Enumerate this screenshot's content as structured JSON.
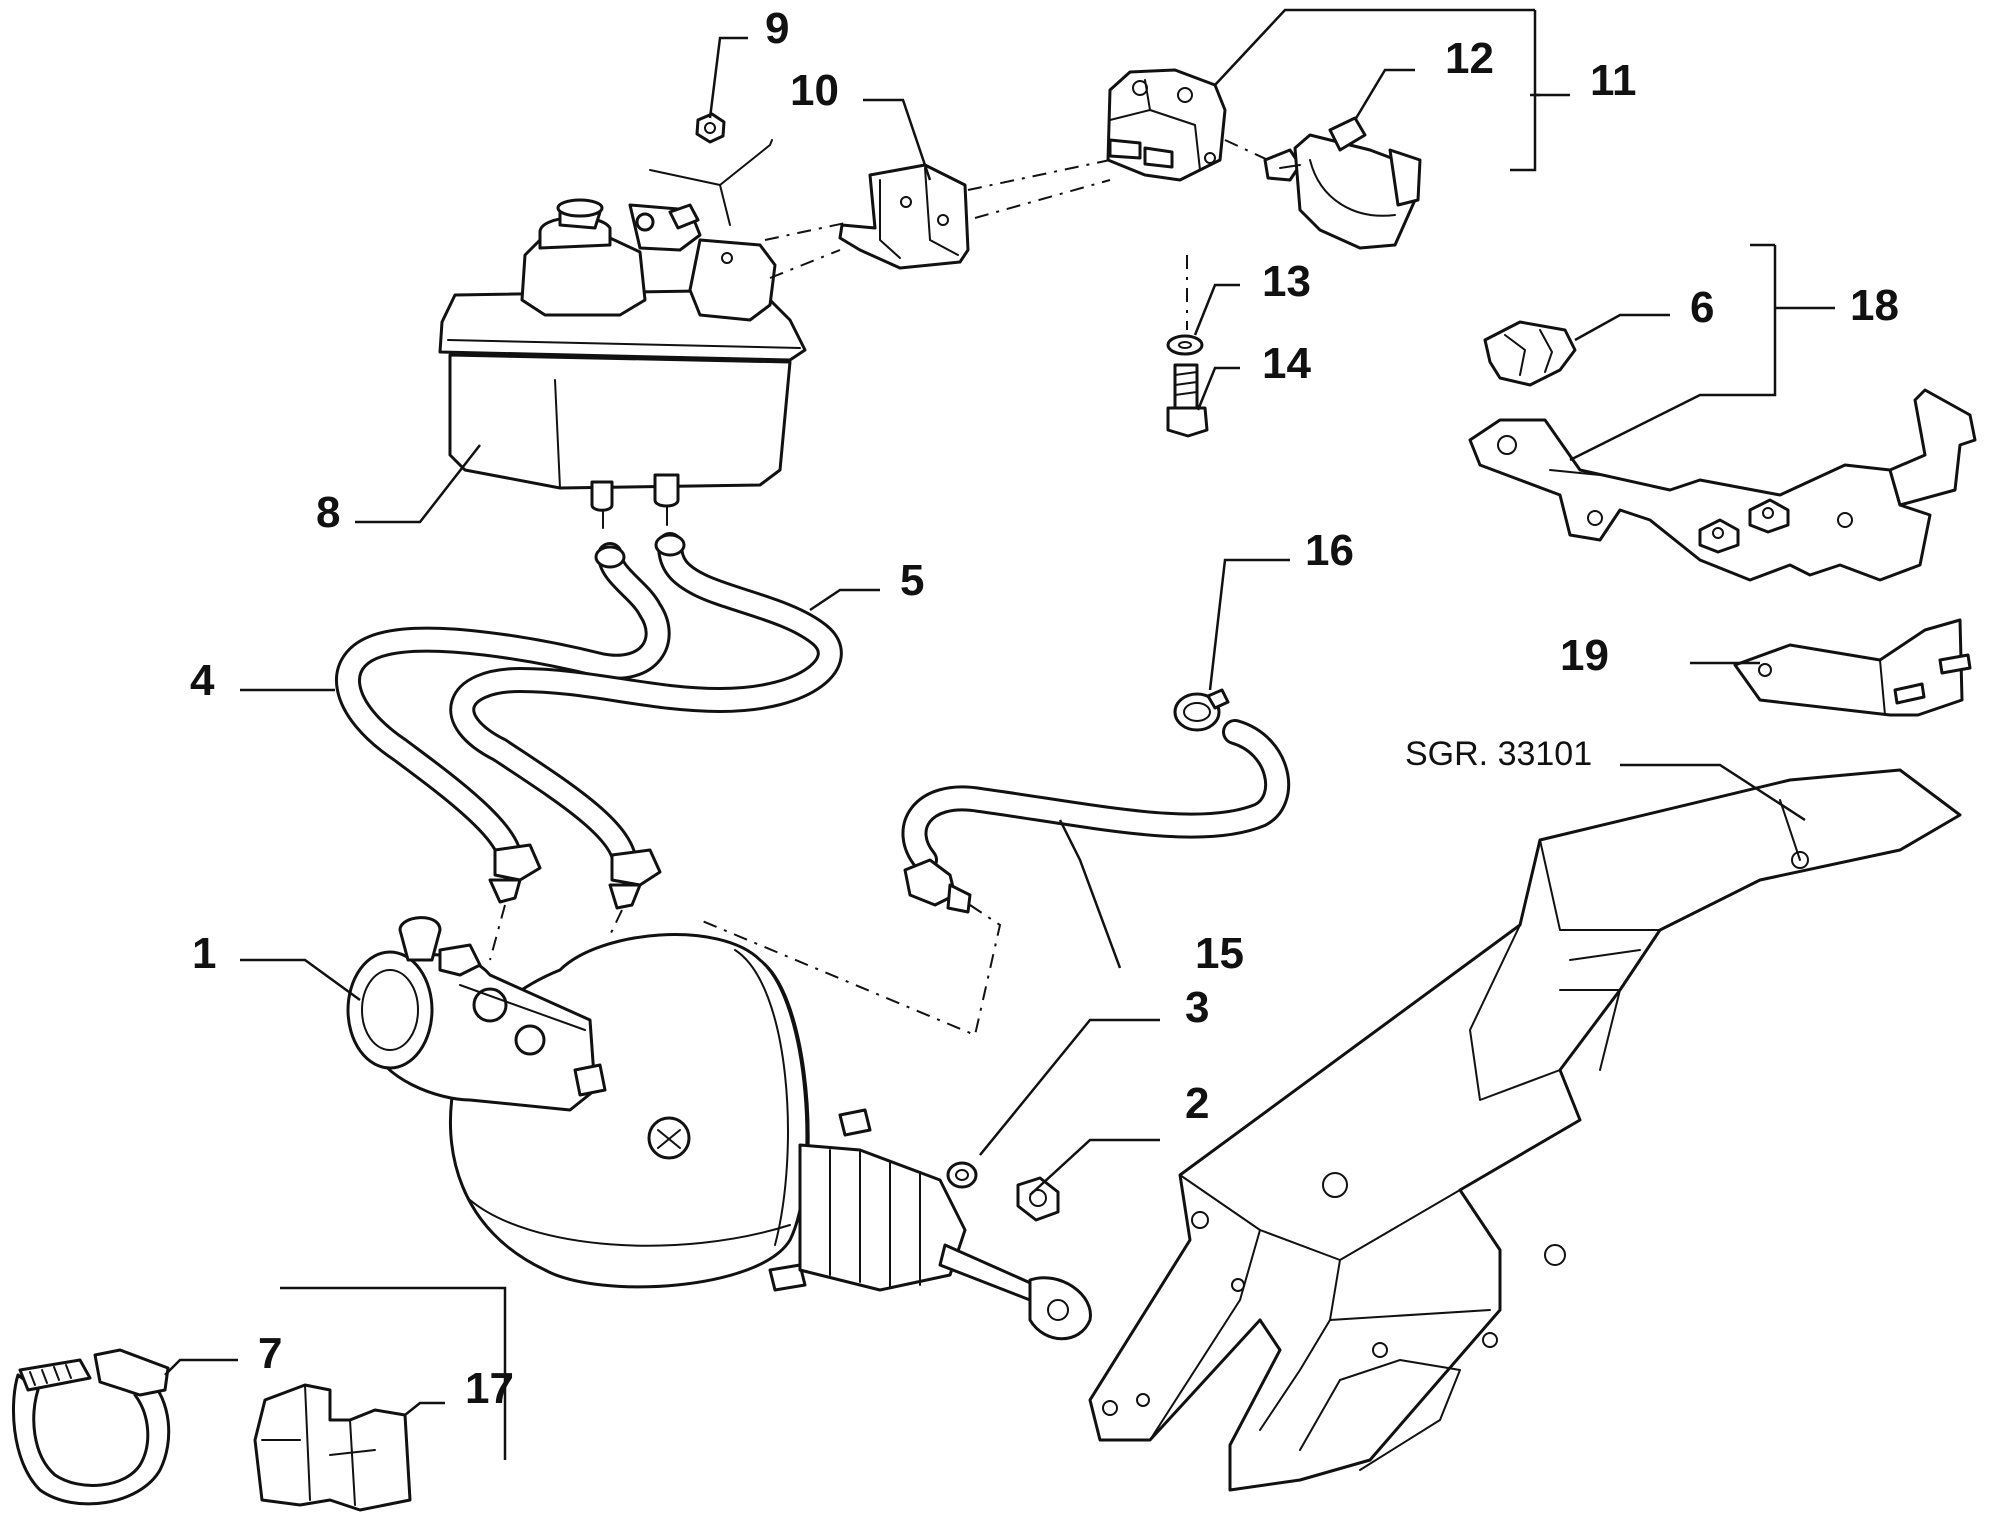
{
  "callouts": {
    "c1": "1",
    "c2": "2",
    "c3": "3",
    "c4": "4",
    "c5": "5",
    "c6": "6",
    "c7": "7",
    "c8": "8",
    "c9": "9",
    "c10": "10",
    "c11": "11",
    "c12": "12",
    "c13": "13",
    "c14": "14",
    "c15": "15",
    "c16": "16",
    "c17": "17",
    "c18": "18",
    "c19": "19"
  },
  "reference": "SGR. 33101"
}
